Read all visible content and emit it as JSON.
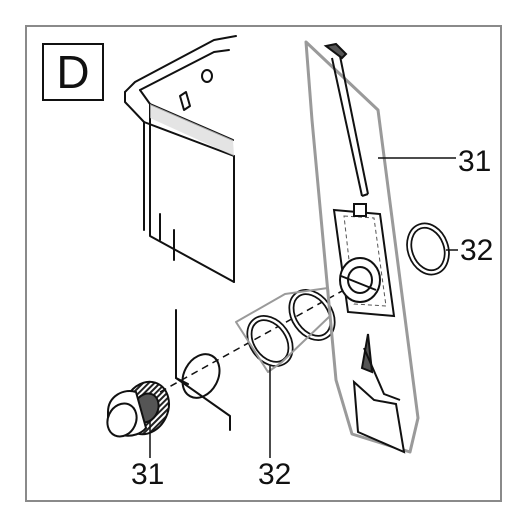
{
  "panel": {
    "letter": "D"
  },
  "callouts": {
    "tank_connector_right": "31",
    "seal_ring_right": "32",
    "tank_connector_left": "31",
    "seal_ring_left": "32"
  },
  "colors": {
    "line": "#111111",
    "frame": "#8a8a8a",
    "shading": "#d8d8d8",
    "dark_fill": "#555555"
  }
}
